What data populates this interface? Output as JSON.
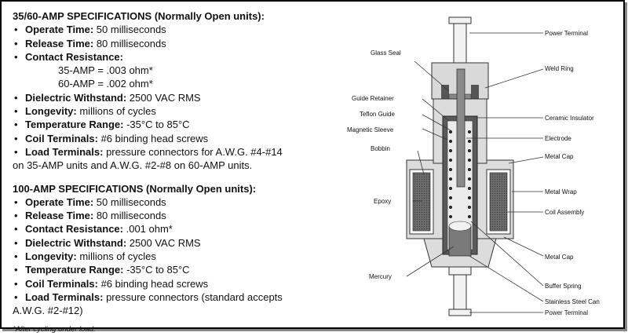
{
  "section1": {
    "title": "35/60-AMP SPECIFICATIONS (Normally Open units):",
    "items": [
      {
        "label": "Operate Time:",
        "value": " 50 milliseconds"
      },
      {
        "label": "Release Time:",
        "value": " 80 milliseconds"
      },
      {
        "label": "Contact Resistance:",
        "value": "",
        "sub": [
          "35-AMP = .003 ohm*",
          "60-AMP = .002 ohm*"
        ]
      },
      {
        "label": "Dielectric Withstand:",
        "value": "  2500 VAC RMS"
      },
      {
        "label": "Longevity:",
        "value": "  millions of cycles"
      },
      {
        "label": "Temperature Range:",
        "value": "  -35°C to 85°C"
      },
      {
        "label": "Coil Terminals:",
        "value": "  #6 binding head screws"
      },
      {
        "label": "Load Terminals:",
        "value": "  pressure connectors for A.W.G. #4-#14",
        "cont": "on 35-AMP units and A.W.G. #2-#8 on 60-AMP units."
      }
    ]
  },
  "section2": {
    "title": "100-AMP SPECIFICATIONS (Normally Open units):",
    "items": [
      {
        "label": "Operate Time:",
        "value": " 50 milliseconds"
      },
      {
        "label": "Release Time:",
        "value": " 80 milliseconds"
      },
      {
        "label": "Contact Resistance:",
        "value": "  .001 ohm*"
      },
      {
        "label": "Dielectric Withstand:",
        "value": "  2500 VAC RMS"
      },
      {
        "label": "Longevity:",
        "value": "  millions of cycles"
      },
      {
        "label": "Temperature Range:",
        "value": "  -35°C to 85°C"
      },
      {
        "label": "Coil Terminals:",
        "value": "  #6 binding head screws"
      },
      {
        "label": "Load Terminals:",
        "value": "  pressure connectors (standard accepts",
        "cont": "A.W.G. #2-#12)"
      }
    ]
  },
  "bullet": "•",
  "footnote": "*After cycling under load.",
  "diagram": {
    "labels": {
      "power_terminal_top": "Power Terminal",
      "glass_seal": "Glass Seal",
      "weld_ring": "Weld Ring",
      "guide_retainer": "Guide Retainer",
      "ceramic_insulator": "Ceramic Insulator",
      "teflon_guide": "Teflon Guide",
      "magnetic_sleeve": "Magnetic Sleeve",
      "electrode": "Electrode",
      "bobbin": "Bobbin",
      "metal_cap_top": "Metal Cap",
      "epoxy": "Epoxy",
      "metal_wrap": "Metal Wrap",
      "coil_assembly": "Coil Assembly",
      "metal_cap_bottom": "Metal Cap",
      "mercury": "Mercury",
      "buffer_spring": "Buffer Spring",
      "stainless_steel_can": "Stainless Steel Can",
      "power_terminal_bottom": "Power Terminal"
    }
  }
}
